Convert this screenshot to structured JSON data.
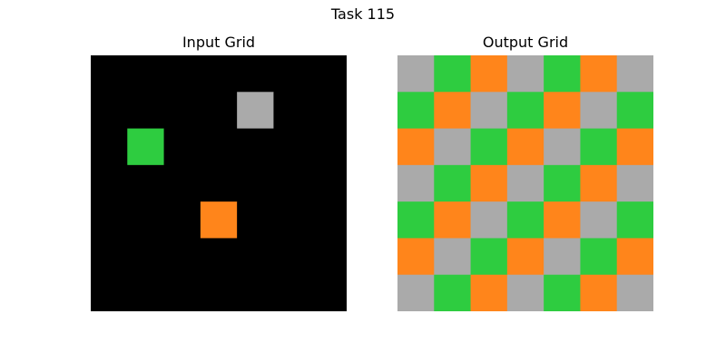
{
  "title": "Task 115",
  "colors": {
    "0": "#000000",
    "3": "#2ecc40",
    "5": "#aaaaaa",
    "7": "#ff851b"
  },
  "panels": [
    {
      "id": "input",
      "title": "Input Grid",
      "grid": [
        [
          0,
          0,
          0,
          0,
          0,
          0,
          0
        ],
        [
          0,
          0,
          0,
          0,
          5,
          0,
          0
        ],
        [
          0,
          3,
          0,
          0,
          0,
          0,
          0
        ],
        [
          0,
          0,
          0,
          0,
          0,
          0,
          0
        ],
        [
          0,
          0,
          0,
          7,
          0,
          0,
          0
        ],
        [
          0,
          0,
          0,
          0,
          0,
          0,
          0
        ],
        [
          0,
          0,
          0,
          0,
          0,
          0,
          0
        ]
      ]
    },
    {
      "id": "output",
      "title": "Output Grid",
      "grid": [
        [
          5,
          3,
          7,
          5,
          3,
          7,
          5
        ],
        [
          3,
          7,
          5,
          3,
          7,
          5,
          3
        ],
        [
          7,
          5,
          3,
          7,
          5,
          3,
          7
        ],
        [
          5,
          3,
          7,
          5,
          3,
          7,
          5
        ],
        [
          3,
          7,
          5,
          3,
          7,
          5,
          3
        ],
        [
          7,
          5,
          3,
          7,
          5,
          3,
          7
        ],
        [
          5,
          3,
          7,
          5,
          3,
          7,
          5
        ]
      ]
    }
  ]
}
